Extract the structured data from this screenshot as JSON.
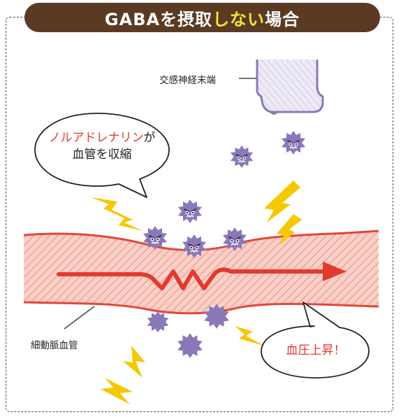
{
  "title": {
    "prefix": "GABAを摂取",
    "highlight": "しない",
    "suffix": "場合"
  },
  "labels": {
    "nerve_terminal": "交感神経末端",
    "arteriole": "細動脈血管"
  },
  "bubbles": {
    "noradrenaline_term": "ノルアドレナリン",
    "noradrenaline_particle": "が",
    "noradrenaline_line2": "血管を収縮",
    "blood_pressure": "血圧上昇！"
  },
  "colors": {
    "title_bg": "#5b3a24",
    "title_highlight": "#f2e33c",
    "vessel": "#f4b8b0",
    "vessel_edge": "#e2473b",
    "molecule": "#8a78b8",
    "lightning": "#f5c800",
    "accent_text": "#e23a2e"
  }
}
